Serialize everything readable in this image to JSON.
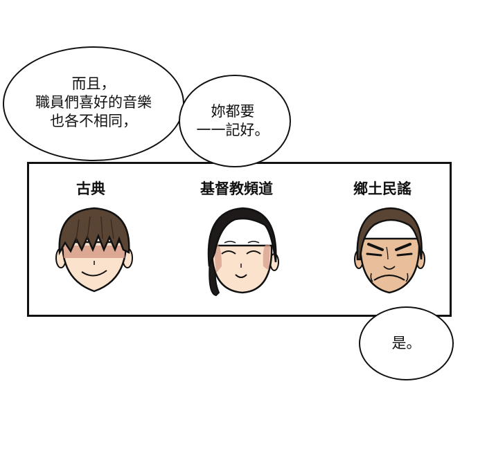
{
  "bubbles": {
    "left": {
      "text": "而且，\n職員們喜好的音樂\n也各不相同，"
    },
    "middle": {
      "text": "妳都要\n一一記好。"
    },
    "bottom": {
      "text": "是。"
    }
  },
  "panel": {
    "categories": [
      {
        "label": "古典",
        "face": "boy-bangs-smiling"
      },
      {
        "label": "基督教頻道",
        "face": "woman-eyes-closed-smiling"
      },
      {
        "label": "鄉土民謠",
        "face": "man-frowning"
      }
    ]
  },
  "colors": {
    "outline": "#111111",
    "skin_light": "#fbe2cc",
    "skin_tan": "#e8bf9a",
    "hair_brown": "#5a4535",
    "hair_black": "#1e1a1a",
    "shadow_pink": "#d49a86"
  }
}
